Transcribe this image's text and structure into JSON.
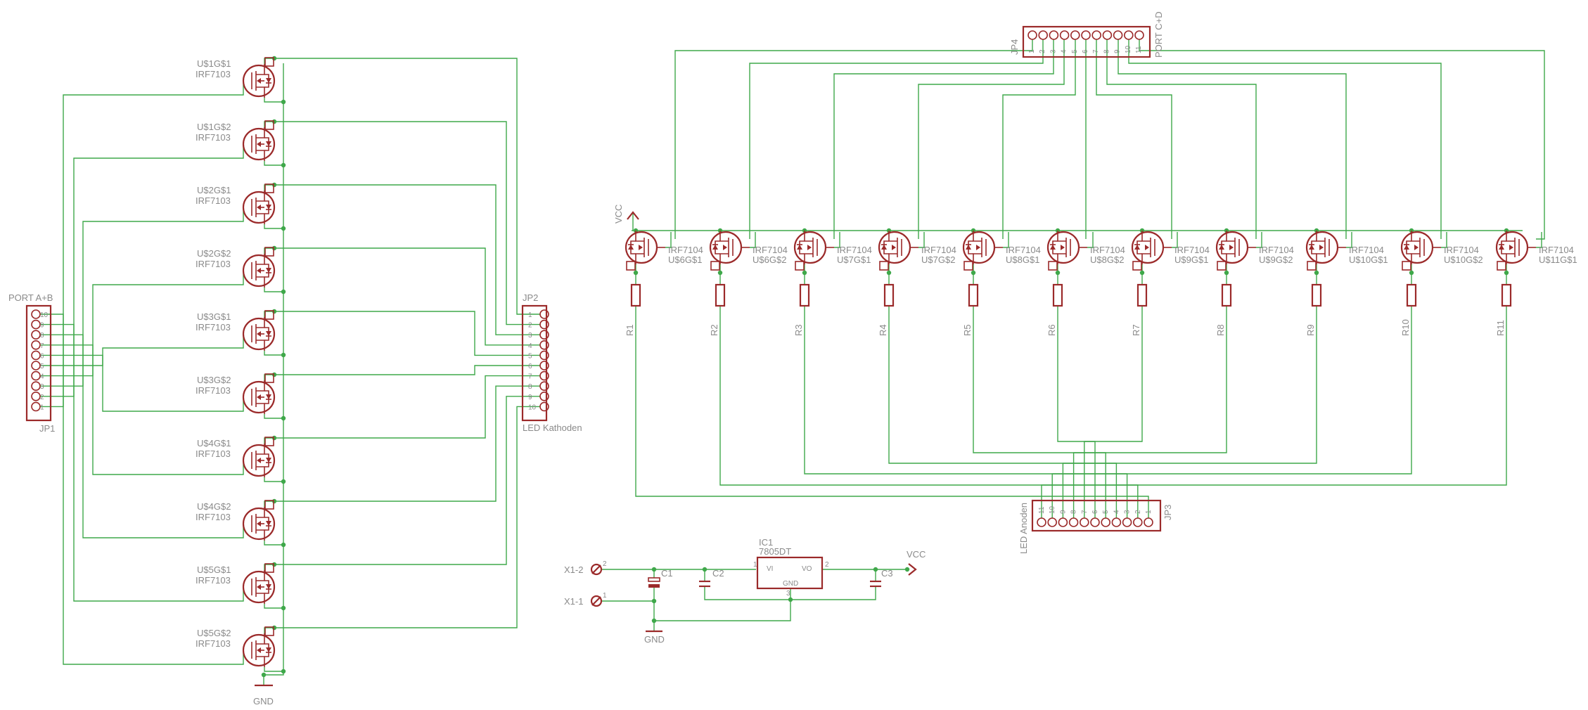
{
  "nmos_left": [
    {
      "name": "U$1G$1",
      "value": "IRF7103"
    },
    {
      "name": "U$1G$2",
      "value": "IRF7103"
    },
    {
      "name": "U$2G$1",
      "value": "IRF7103"
    },
    {
      "name": "U$2G$2",
      "value": "IRF7103"
    },
    {
      "name": "U$3G$1",
      "value": "IRF7103"
    },
    {
      "name": "U$3G$2",
      "value": "IRF7103"
    },
    {
      "name": "U$4G$1",
      "value": "IRF7103"
    },
    {
      "name": "U$4G$2",
      "value": "IRF7103"
    },
    {
      "name": "U$5G$1",
      "value": "IRF7103"
    },
    {
      "name": "U$5G$2",
      "value": "IRF7103"
    }
  ],
  "pmos_top": [
    {
      "name": "U$6G$1",
      "value": "IRF7104"
    },
    {
      "name": "U$6G$2",
      "value": "IRF7104"
    },
    {
      "name": "U$7G$1",
      "value": "IRF7104"
    },
    {
      "name": "U$7G$2",
      "value": "IRF7104"
    },
    {
      "name": "U$8G$1",
      "value": "IRF7104"
    },
    {
      "name": "U$8G$2",
      "value": "IRF7104"
    },
    {
      "name": "U$9G$1",
      "value": "IRF7104"
    },
    {
      "name": "U$9G$2",
      "value": "IRF7104"
    },
    {
      "name": "U$10G$1",
      "value": "IRF7104"
    },
    {
      "name": "U$10G$2",
      "value": "IRF7104"
    },
    {
      "name": "U$11G$1",
      "value": "IRF7104"
    }
  ],
  "resistors": [
    "R1",
    "R2",
    "R3",
    "R4",
    "R5",
    "R6",
    "R7",
    "R8",
    "R9",
    "R10",
    "R11"
  ],
  "jp1": {
    "name": "JP1",
    "value": "PORT A+B",
    "pins": [
      "10",
      "9",
      "8",
      "7",
      "6",
      "5",
      "4",
      "3",
      "2",
      "1"
    ]
  },
  "jp2": {
    "name": "JP2",
    "value": "LED Kathoden",
    "pins": [
      "1",
      "2",
      "3",
      "4",
      "5",
      "6",
      "7",
      "8",
      "9",
      "10"
    ]
  },
  "jp3": {
    "name": "JP3",
    "value": "LED Anoden",
    "pins": [
      "11",
      "10",
      "9",
      "8",
      "7",
      "6",
      "5",
      "4",
      "3",
      "2",
      "1"
    ]
  },
  "jp4": {
    "name": "JP4",
    "value": "PORT C+D",
    "pins": [
      "1",
      "2",
      "3",
      "4",
      "5",
      "6",
      "7",
      "8",
      "9",
      "10",
      "11"
    ]
  },
  "supply": {
    "vcc": "VCC",
    "gnd": "GND"
  },
  "regulator": {
    "name": "IC1",
    "value": "7805DT",
    "vi": "VI",
    "vo": "VO",
    "gnd": "GND",
    "pin_in": "1",
    "pin_out": "2",
    "pin_gnd": "3"
  },
  "caps": {
    "c1": "C1",
    "c2": "C2",
    "c3": "C3"
  },
  "terminals": {
    "x1_2": "X1-2",
    "x1_1": "X1-1",
    "pin2": "2",
    "pin1": "1"
  }
}
